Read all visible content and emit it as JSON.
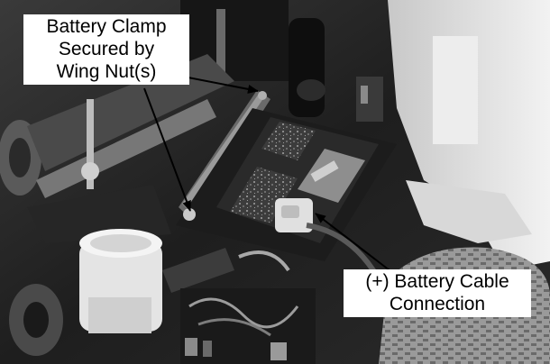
{
  "callouts": {
    "battery_clamp": {
      "lines": [
        "Battery Clamp",
        "Secured by",
        "Wing Nut(s)"
      ]
    },
    "battery_cable": {
      "lines": [
        "(+) Battery Cable",
        "Connection"
      ]
    }
  },
  "colors": {
    "border": "#000000",
    "label_background": "#ffffff",
    "photo_dark": "#141414",
    "photo_light": "#e6e6e6"
  }
}
